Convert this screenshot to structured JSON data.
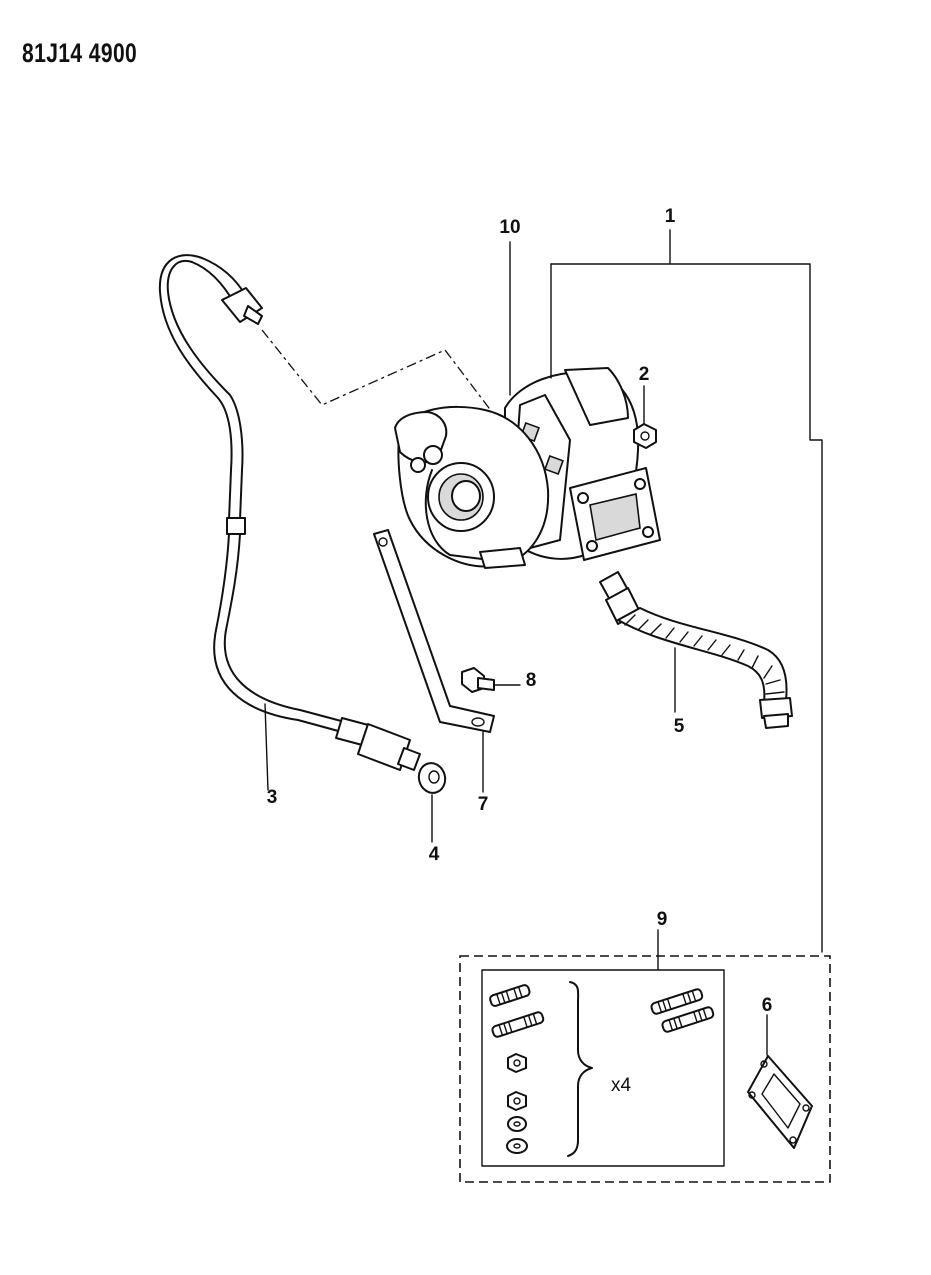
{
  "diagram_id": "81J14 4900",
  "callouts": {
    "c1": "1",
    "c2": "2",
    "c3": "3",
    "c4": "4",
    "c5": "5",
    "c6": "6",
    "c7": "7",
    "c8": "8",
    "c9": "9",
    "c10": "10"
  },
  "kit_quantity": "x4"
}
